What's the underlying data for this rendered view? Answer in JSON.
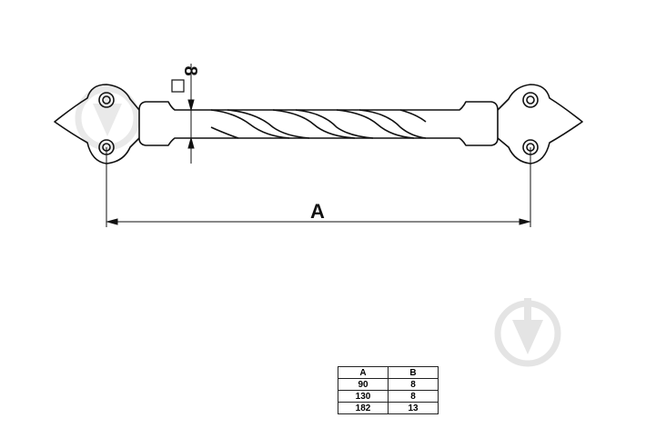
{
  "drawing": {
    "dimension_label": "A",
    "square_size_label": "8"
  },
  "watermark": {
    "icon": "watermark-logo-icon"
  },
  "spec_table": {
    "headers": [
      "A",
      "B"
    ],
    "rows": [
      [
        "90",
        "8"
      ],
      [
        "130",
        "8"
      ],
      [
        "182",
        "13"
      ]
    ]
  }
}
